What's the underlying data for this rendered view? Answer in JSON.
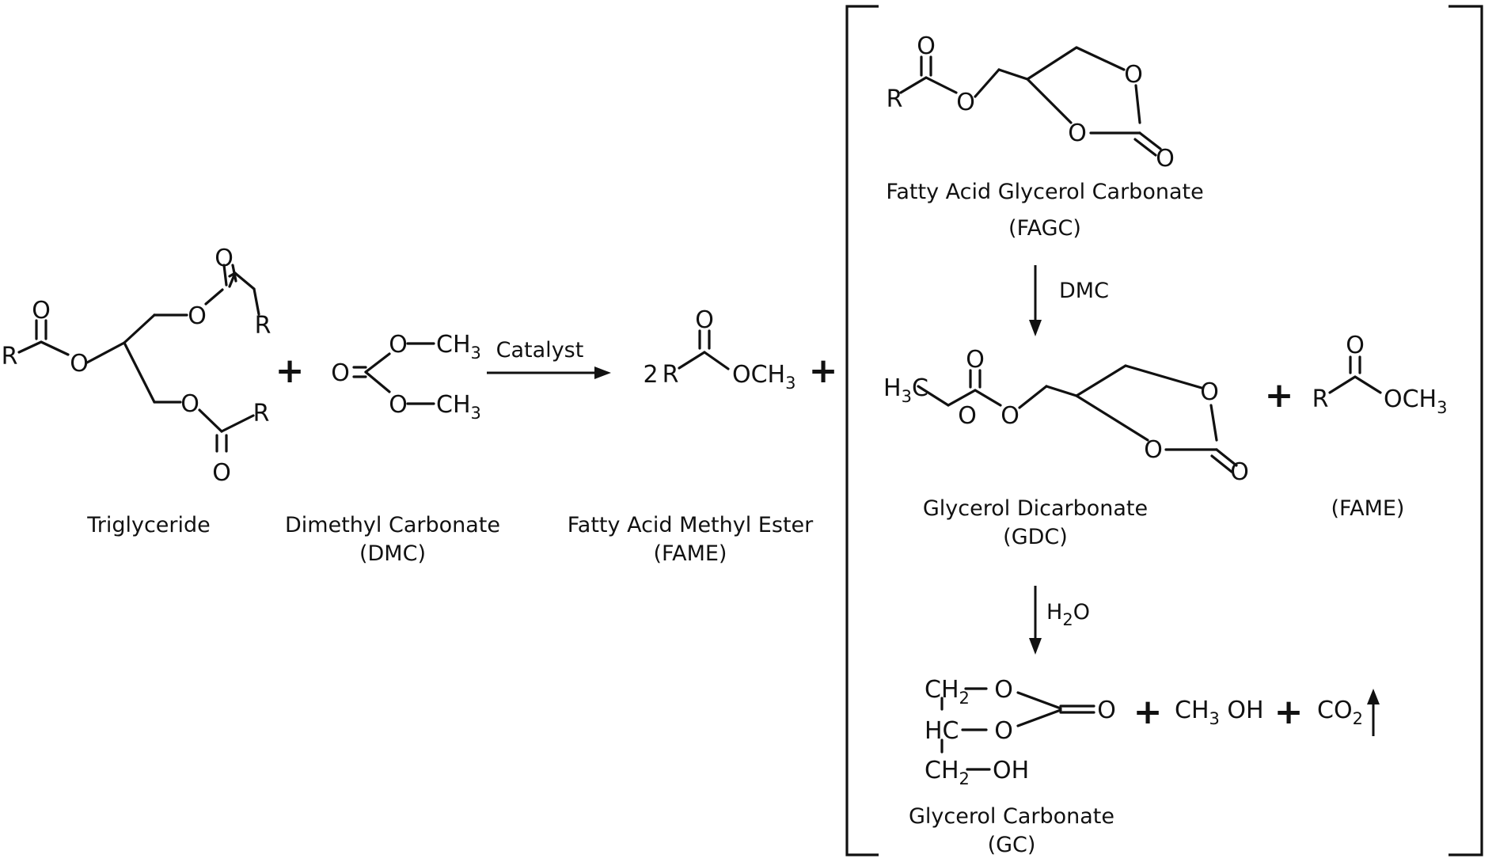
{
  "reactants": {
    "triglyceride": {
      "name": "Triglyceride"
    },
    "dmc": {
      "name": "Dimethyl Carbonate",
      "abbr": "(DMC)"
    }
  },
  "reaction": {
    "catalyst": "Catalyst",
    "coefficient": "2"
  },
  "products": {
    "fame": {
      "name": "Fatty Acid Methyl Ester",
      "abbr": "(FAME)"
    }
  },
  "pathway": {
    "fagc": {
      "name": "Fatty Acid Glycerol Carbonate",
      "abbr": "(FAGC)"
    },
    "step1_reagent": "DMC",
    "gdc": {
      "name": "Glycerol Dicarbonate",
      "abbr": "(GDC)"
    },
    "fame_abbr": "(FAME)",
    "step2_reagent": {
      "main": "H",
      "sub": "2",
      "tail": "O"
    },
    "gc": {
      "name": "Glycerol Carbonate",
      "abbr": "(GC)"
    }
  },
  "byproducts": {
    "methanol": {
      "a": "CH",
      "sub": "3",
      "b": " OH"
    },
    "co2": {
      "a": "CO",
      "sub": "2"
    }
  },
  "atoms": {
    "R": "R",
    "O": "O",
    "OCH": "OCH",
    "CH": "CH",
    "H": "H",
    "C": "C",
    "HC": "HC",
    "OH": "OH",
    "dashO": "O",
    "three": "3",
    "two": "2",
    "plus": "+"
  }
}
